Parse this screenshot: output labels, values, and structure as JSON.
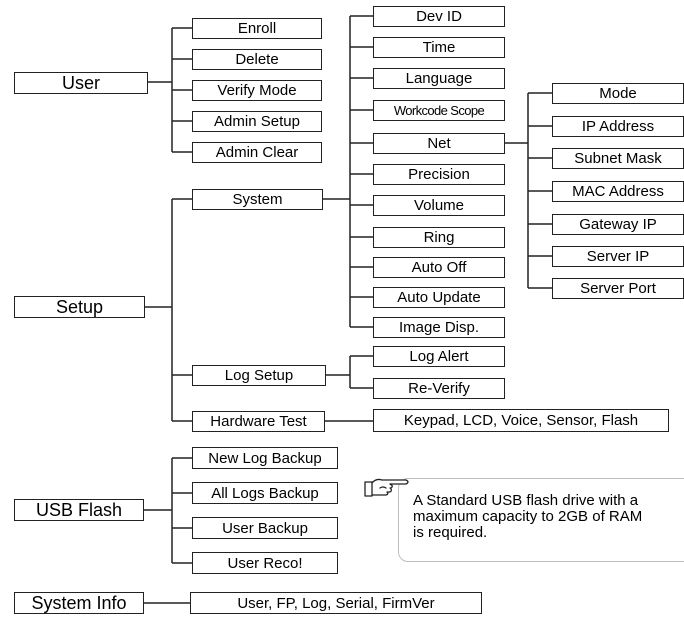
{
  "menu": {
    "user": {
      "label": "User",
      "children": [
        "Enroll",
        "Delete",
        "Verify Mode",
        "Admin Setup",
        "Admin Clear"
      ]
    },
    "setup": {
      "label": "Setup",
      "system": {
        "label": "System",
        "children": [
          "Dev ID",
          "Time",
          "Language",
          "Workcode Scope",
          "Net",
          "Precision",
          "Volume",
          "Ring",
          "Auto Off",
          "Auto Update",
          "Image Disp."
        ],
        "net_children": [
          "Mode",
          "IP Address",
          "Subnet Mask",
          "MAC Address",
          "Gateway IP",
          "Server IP",
          "Server  Port"
        ]
      },
      "log_setup": {
        "label": "Log Setup",
        "children": [
          "Log Alert",
          "Re-Verify"
        ]
      },
      "hardware_test": {
        "label": "Hardware Test",
        "detail": "Keypad, LCD, Voice, Sensor, Flash"
      }
    },
    "usb_flash": {
      "label": "USB Flash",
      "children": [
        "New Log Backup",
        "All Logs Backup",
        "User Backup",
        "User Reco!"
      ]
    },
    "system_info": {
      "label": "System Info",
      "detail": "User, FP, Log, Serial, FirmVer"
    }
  },
  "note": {
    "lines": [
      "A Standard USB flash drive with a",
      "maximum capacity to 2GB of RAM",
      "is required."
    ]
  },
  "icons": {
    "note": "pointing-hand-icon"
  }
}
